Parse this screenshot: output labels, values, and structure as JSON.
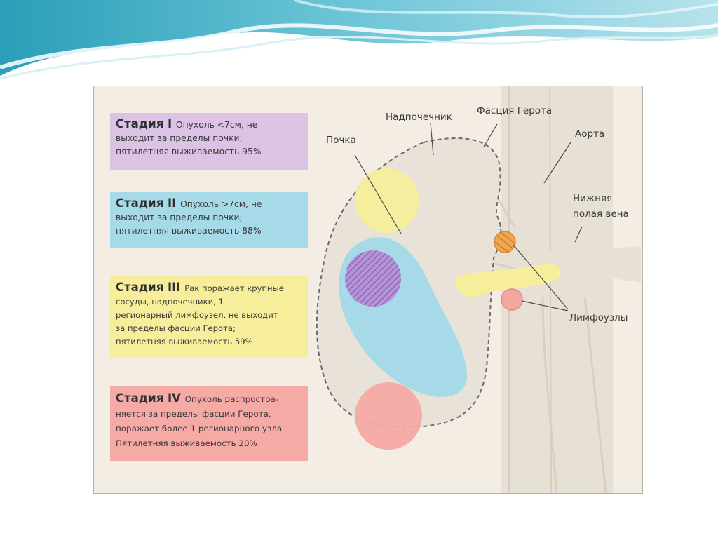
{
  "stages": [
    {
      "title": "Стадия I",
      "lines": [
        "Опухоль <7см, не",
        "выходит за пределы почки;",
        "пятилетняя выживаемость 95%"
      ],
      "color": "#dcc3e6"
    },
    {
      "title": "Стадия II",
      "lines": [
        "Опухоль >7см, не",
        "выходит за пределы почки;",
        "пятилетняя выживаемость 88%"
      ],
      "color": "#a6dae8"
    },
    {
      "title": "Стадия III",
      "lines": [
        "Рак поражает крупные",
        "сосуды, надпочечники, 1",
        "регионарный лимфоузел, не выходит",
        "за пределы фасции Герота;",
        "пятилетняя выживаемость 59%"
      ],
      "color": "#f7ee9c"
    },
    {
      "title": "Стадия IV",
      "lines": [
        "Опухоль распростра-",
        "няется за пределы фасции Герота,",
        "поражает более 1 регионарного узла",
        "Пятилетняя выживаемость 20%"
      ],
      "color": "#f5aaa5"
    }
  ],
  "labels": {
    "adrenal": "Надпочечник",
    "gerota": "Фасция Герота",
    "kidney": "Почка",
    "aorta": "Аорта",
    "ivc_line1": "Нижняя",
    "ivc_line2": "полая вена",
    "lymph": "Лимфоузлы"
  }
}
